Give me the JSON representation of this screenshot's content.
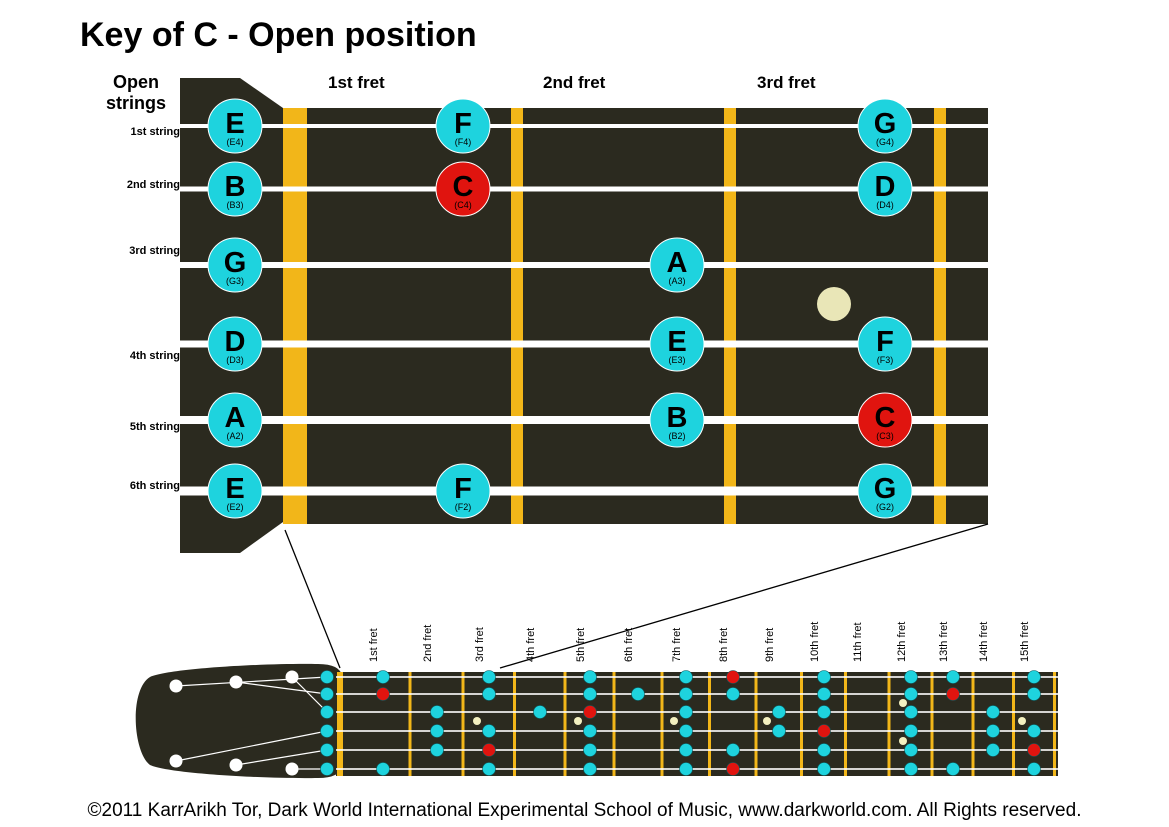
{
  "title": "Key of C - Open position",
  "open_strings_label": "Open\nstrings",
  "fret_labels": [
    "1st fret",
    "2nd fret",
    "3rd fret"
  ],
  "string_labels": [
    "1st string",
    "2nd string",
    "3rd string",
    "4th string",
    "5th string",
    "6th string"
  ],
  "notes": [
    {
      "string": 1,
      "fret": 0,
      "name": "E",
      "pitch": "(E4)",
      "root": false
    },
    {
      "string": 1,
      "fret": 1,
      "name": "F",
      "pitch": "(F4)",
      "root": false
    },
    {
      "string": 1,
      "fret": 3,
      "name": "G",
      "pitch": "(G4)",
      "root": false
    },
    {
      "string": 2,
      "fret": 0,
      "name": "B",
      "pitch": "(B3)",
      "root": false
    },
    {
      "string": 2,
      "fret": 1,
      "name": "C",
      "pitch": "(C4)",
      "root": true
    },
    {
      "string": 2,
      "fret": 3,
      "name": "D",
      "pitch": "(D4)",
      "root": false
    },
    {
      "string": 3,
      "fret": 0,
      "name": "G",
      "pitch": "(G3)",
      "root": false
    },
    {
      "string": 3,
      "fret": 2,
      "name": "A",
      "pitch": "(A3)",
      "root": false
    },
    {
      "string": 4,
      "fret": 0,
      "name": "D",
      "pitch": "(D3)",
      "root": false
    },
    {
      "string": 4,
      "fret": 2,
      "name": "E",
      "pitch": "(E3)",
      "root": false
    },
    {
      "string": 4,
      "fret": 3,
      "name": "F",
      "pitch": "(F3)",
      "root": false
    },
    {
      "string": 5,
      "fret": 0,
      "name": "A",
      "pitch": "(A2)",
      "root": false
    },
    {
      "string": 5,
      "fret": 2,
      "name": "B",
      "pitch": "(B2)",
      "root": false
    },
    {
      "string": 5,
      "fret": 3,
      "name": "C",
      "pitch": "(C3)",
      "root": true
    },
    {
      "string": 6,
      "fret": 0,
      "name": "E",
      "pitch": "(E2)",
      "root": false
    },
    {
      "string": 6,
      "fret": 1,
      "name": "F",
      "pitch": "(F2)",
      "root": false
    },
    {
      "string": 6,
      "fret": 3,
      "name": "G",
      "pitch": "(G2)",
      "root": false
    }
  ],
  "full_neck": {
    "fret_labels": [
      "1st fret",
      "2nd fret",
      "3rd fret",
      "4th fret",
      "5th fret",
      "6th fret",
      "7th fret",
      "8th fret",
      "9th fret",
      "10th fret",
      "11th fret",
      "12th fret",
      "13th fret",
      "14th fret",
      "15th fret"
    ],
    "inlay_frets": [
      3,
      5,
      7,
      9,
      12,
      15
    ],
    "dots": [
      {
        "string": 1,
        "fret": 0,
        "root": false
      },
      {
        "string": 2,
        "fret": 0,
        "root": false
      },
      {
        "string": 3,
        "fret": 0,
        "root": false
      },
      {
        "string": 4,
        "fret": 0,
        "root": false
      },
      {
        "string": 5,
        "fret": 0,
        "root": false
      },
      {
        "string": 6,
        "fret": 0,
        "root": false
      },
      {
        "string": 1,
        "fret": 1,
        "root": false
      },
      {
        "string": 2,
        "fret": 1,
        "root": true
      },
      {
        "string": 6,
        "fret": 1,
        "root": false
      },
      {
        "string": 1,
        "fret": 3,
        "root": false
      },
      {
        "string": 2,
        "fret": 3,
        "root": false
      },
      {
        "string": 4,
        "fret": 3,
        "root": false
      },
      {
        "string": 5,
        "fret": 3,
        "root": true
      },
      {
        "string": 6,
        "fret": 3,
        "root": false
      },
      {
        "string": 3,
        "fret": 2,
        "root": false
      },
      {
        "string": 4,
        "fret": 2,
        "root": false
      },
      {
        "string": 5,
        "fret": 2,
        "root": false
      },
      {
        "string": 3,
        "fret": 4,
        "root": false
      },
      {
        "string": 1,
        "fret": 5,
        "root": false
      },
      {
        "string": 2,
        "fret": 5,
        "root": false
      },
      {
        "string": 3,
        "fret": 5,
        "root": true
      },
      {
        "string": 4,
        "fret": 5,
        "root": false
      },
      {
        "string": 5,
        "fret": 5,
        "root": false
      },
      {
        "string": 6,
        "fret": 5,
        "root": false
      },
      {
        "string": 2,
        "fret": 6,
        "root": false
      },
      {
        "string": 1,
        "fret": 7,
        "root": false
      },
      {
        "string": 2,
        "fret": 7,
        "root": false
      },
      {
        "string": 3,
        "fret": 7,
        "root": false
      },
      {
        "string": 4,
        "fret": 7,
        "root": false
      },
      {
        "string": 5,
        "fret": 7,
        "root": false
      },
      {
        "string": 6,
        "fret": 7,
        "root": false
      },
      {
        "string": 1,
        "fret": 8,
        "root": true
      },
      {
        "string": 2,
        "fret": 8,
        "root": false
      },
      {
        "string": 5,
        "fret": 8,
        "root": false
      },
      {
        "string": 6,
        "fret": 8,
        "root": true
      },
      {
        "string": 3,
        "fret": 9,
        "root": false
      },
      {
        "string": 4,
        "fret": 9,
        "root": false
      },
      {
        "string": 1,
        "fret": 10,
        "root": false
      },
      {
        "string": 2,
        "fret": 10,
        "root": false
      },
      {
        "string": 3,
        "fret": 10,
        "root": false
      },
      {
        "string": 4,
        "fret": 10,
        "root": true
      },
      {
        "string": 5,
        "fret": 10,
        "root": false
      },
      {
        "string": 6,
        "fret": 10,
        "root": false
      },
      {
        "string": 1,
        "fret": 12,
        "root": false
      },
      {
        "string": 2,
        "fret": 12,
        "root": false
      },
      {
        "string": 3,
        "fret": 12,
        "root": false
      },
      {
        "string": 4,
        "fret": 12,
        "root": false
      },
      {
        "string": 5,
        "fret": 12,
        "root": false
      },
      {
        "string": 6,
        "fret": 12,
        "root": false
      },
      {
        "string": 1,
        "fret": 13,
        "root": false
      },
      {
        "string": 2,
        "fret": 13,
        "root": true
      },
      {
        "string": 6,
        "fret": 13,
        "root": false
      },
      {
        "string": 3,
        "fret": 14,
        "root": false
      },
      {
        "string": 4,
        "fret": 14,
        "root": false
      },
      {
        "string": 5,
        "fret": 14,
        "root": false
      },
      {
        "string": 1,
        "fret": 15,
        "root": false
      },
      {
        "string": 2,
        "fret": 15,
        "root": false
      },
      {
        "string": 4,
        "fret": 15,
        "root": false
      },
      {
        "string": 5,
        "fret": 15,
        "root": true
      },
      {
        "string": 6,
        "fret": 15,
        "root": false
      }
    ]
  },
  "colors": {
    "fretboard": "#2b2a1f",
    "fret": "#f2b619",
    "string": "#ffffff",
    "note": "#1ed3de",
    "root_note": "#e0140f",
    "inlay": "#f3f0c0"
  },
  "copyright": "©2011 KarrArikh Tor, Dark World International Experimental School of Music, www.darkworld.com. All Rights reserved."
}
